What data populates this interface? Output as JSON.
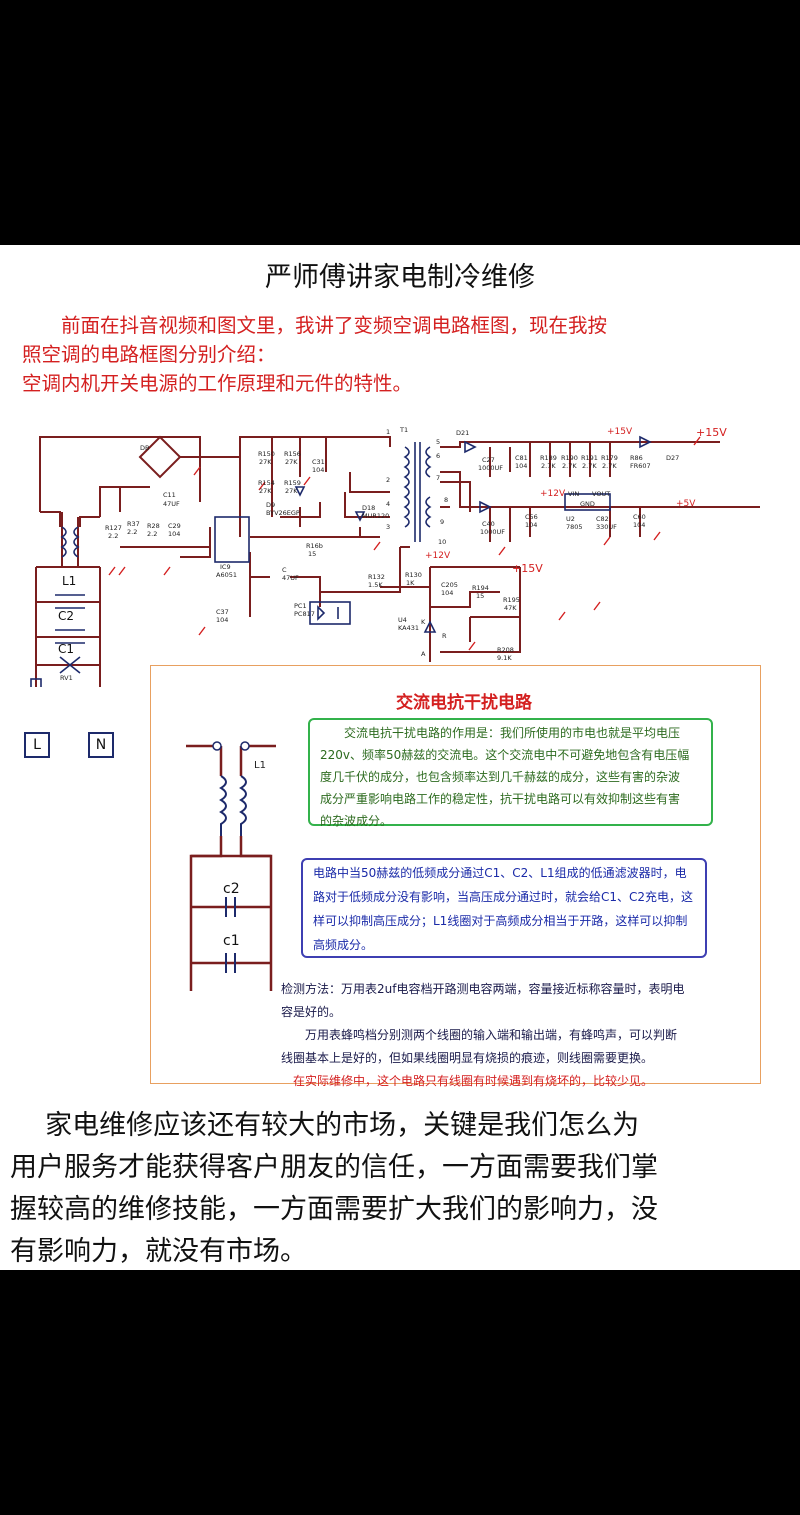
{
  "title": "严师傅讲家电制冷维修",
  "intro": {
    "line1": "前面在抖音视频和图文里，我讲了变频空调电路框图，现在我按",
    "line2": "照空调的电路框图分别介绍：",
    "line3": "空调内机开关电源的工作原理和元件的特性。"
  },
  "schematic": {
    "labels": {
      "db": "DB",
      "c11": "C11",
      "c11v": "47UF",
      "l1": "L1",
      "c2": "C2",
      "c1": "C1",
      "rv1": "RV1",
      "r127": "R127",
      "r127v": "2.2",
      "r37": "R37",
      "r37v": "2.2",
      "r28": "R28",
      "r28v": "2.2",
      "c29": "C29",
      "c29v": "104",
      "ic9": "IC9",
      "ic9v": "A6051",
      "r150": "R150",
      "r150v": "27K",
      "r154": "R154",
      "r154v": "27K",
      "r156": "R156",
      "r156v": "27K",
      "r159": "R159",
      "r159v": "27K",
      "c31": "C31",
      "c31v": "104",
      "d9": "D9",
      "d9v": "BYV26EGP",
      "d18": "D18",
      "d18v": "MUR120",
      "r16b": "R16b",
      "r16bv": "15",
      "c": "C",
      "cv": "47UF",
      "c37": "C37",
      "c37v": "104",
      "pc1": "PC1",
      "pc1v": "PC817",
      "t1": "T1",
      "d21": "D21",
      "c27": "C27",
      "c27v": "1000UF",
      "c81": "C81",
      "c81v": "104",
      "r189": "R189",
      "r190": "R190",
      "r191": "R191",
      "r179": "R179",
      "rv27": "2.7K",
      "r86": "R86",
      "r86v": "FR607",
      "d27": "D27",
      "plus15a": "+15V",
      "plus15b": "+15V",
      "plus15c": "+15V",
      "plus12a": "+12V",
      "plus12b": "+12V",
      "plus5": "+5V",
      "c40": "C40",
      "c40v": "1000UF",
      "c56": "C56",
      "c56v": "104",
      "u2": "U2",
      "u2v": "7805",
      "c82": "C82",
      "c82v": "330UF",
      "c60": "C60",
      "c60v": "104",
      "vin": "VIN",
      "vout": "VOUT",
      "gnd": "GND",
      "r132": "R132",
      "r132v": "1.5K",
      "r130": "R130",
      "r130v": "1K",
      "c205": "C205",
      "c205v": "104",
      "r194": "R194",
      "r194v": "15",
      "r195": "R195",
      "r195v": "47K",
      "u4": "U4",
      "u4v": "KA431",
      "r208": "R208",
      "r208v": "9.1K",
      "pin1": "1",
      "pin2": "2",
      "pin3": "3",
      "pin4": "4",
      "pin5": "5",
      "pin6": "6",
      "pin7": "7",
      "pin8": "8",
      "pin9": "9",
      "pin10": "10",
      "k": "K",
      "r": "R",
      "a": "A"
    },
    "terminal_l": "L",
    "terminal_n": "N"
  },
  "panel": {
    "title": "交流电抗干扰电路",
    "l1_label": "L1",
    "c2_label": "c2",
    "c1_label": "c1",
    "green_box": [
      "交流电抗干扰电路的作用是：我们所使用的市电也就是平均电压",
      "220v、频率50赫兹的交流电。这个交流电中不可避免地包含有电压幅",
      "度几千伏的成分，也包含频率达到几千赫兹的成分，这些有害的杂波",
      "成分严重影响电路工作的稳定性，抗干扰电路可以有效抑制这些有害",
      "的杂波成分。"
    ],
    "blue_box": [
      "电路中当50赫兹的低频成分通过C1、C2、L1组成的低通滤波器时，电",
      "路对于低频成分没有影响，当高压成分通过时，就会给C1、C2充电，这",
      "样可以抑制高压成分；L1线圈对于高频成分相当于开路，这样可以抑制",
      "高频成分。"
    ],
    "check": [
      "检测方法：万用表2uf电容档开路测电容两端，容量接近标称容量时，表明电",
      "容是好的。",
      "万用表蜂鸣档分别测两个线圈的输入端和输出端，有蜂鸣声，可以判断",
      "线圈基本上是好的，但如果线圈明显有烧损的痕迹，则线圈需要更换。",
      "在实际维修中，这个电路只有线圈有时候遇到有烧坏的，比较少见。"
    ]
  },
  "outro": [
    "家电维修应该还有较大的市场，关键是我们怎么为",
    "用户服务才能获得客户朋友的信任，一方面需要我们掌",
    "握较高的维修技能，一方面需要扩大我们的影响力，没",
    "有影响力，就没有市场。"
  ],
  "colors": {
    "background": "#000000",
    "page": "#ffffff",
    "intro_text": "#d42020",
    "wire_brown": "#7a1e1e",
    "wire_blue": "#1d2a6b",
    "green_box": "#33b24b",
    "blue_box": "#3e3fb2",
    "panel_border": "#e8a060"
  }
}
